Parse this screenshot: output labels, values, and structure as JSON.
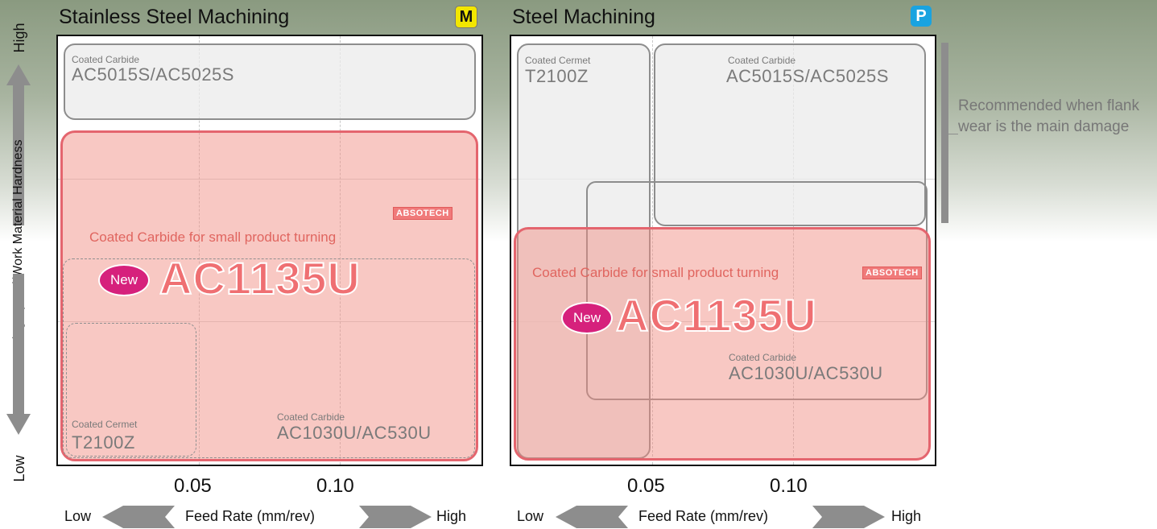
{
  "chart_data": [
    {
      "type": "region-map",
      "title": "Stainless Steel Machining",
      "badge": "M",
      "xlabel": "Feed Rate (mm/rev)",
      "x_ticks": [
        "0.05",
        "0.10"
      ],
      "x_low": "Low",
      "x_high": "High",
      "regions": [
        {
          "category": "Coated Carbide",
          "grade": "AC5015S/AC5025S"
        },
        {
          "category": "Coated Carbide for small product turning",
          "grade": "AC1135U",
          "new": "New",
          "logo": "ABSOTECH"
        },
        {
          "category": "Coated Cermet",
          "grade": "T2100Z"
        },
        {
          "category": "Coated Carbide",
          "grade": "AC1030U/AC530U"
        }
      ]
    },
    {
      "type": "region-map",
      "title": "Steel Machining",
      "badge": "P",
      "xlabel": "Feed Rate (mm/rev)",
      "x_ticks": [
        "0.05",
        "0.10"
      ],
      "x_low": "Low",
      "x_high": "High",
      "regions": [
        {
          "category": "Coated Cermet",
          "grade": "T2100Z"
        },
        {
          "category": "Coated Carbide",
          "grade": "AC5015S/AC5025S"
        },
        {
          "category": "Coated Carbide for small product turning",
          "grade": "AC1135U",
          "new": "New",
          "logo": "ABSOTECH"
        },
        {
          "category": "Coated Carbide",
          "grade": "AC1030U/AC530U"
        }
      ],
      "note": "Recommended when flank wear is the main damage"
    }
  ],
  "y_axis": {
    "label": "Cutting Speed/Work Material Hardness",
    "high": "High",
    "low": "Low"
  },
  "colors": {
    "product_fill": "#f28c82",
    "product_border": "#e4656e",
    "new_badge": "#d6217c",
    "badge_m": "#f2e600",
    "badge_p": "#19a3e0"
  }
}
